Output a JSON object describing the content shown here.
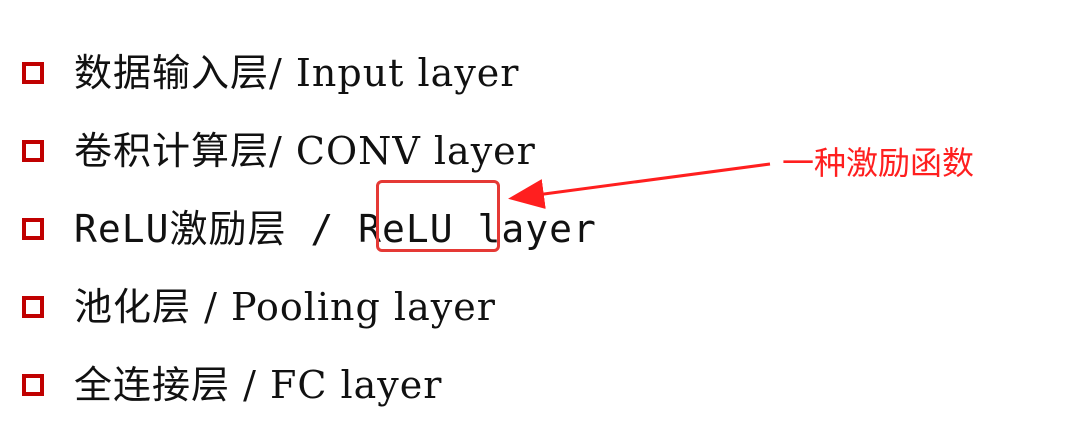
{
  "items": [
    {
      "text": "数据输入层/ Input layer"
    },
    {
      "text": "卷积计算层/ CONV layer"
    },
    {
      "text": "ReLU激励层 / ReLU layer"
    },
    {
      "text": "池化层 / Pooling layer"
    },
    {
      "text": "全连接层 / FC layer"
    }
  ],
  "annotation": {
    "text": "一种激励函数"
  },
  "colors": {
    "accent": "#c00000",
    "annotation": "#ff1f1f"
  }
}
